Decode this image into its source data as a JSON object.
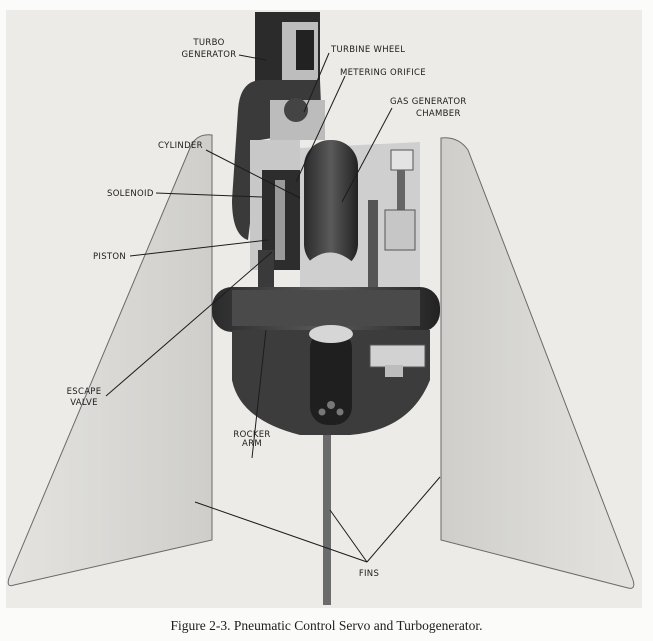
{
  "figure": {
    "caption": "Figure 2-3.  Pneumatic Control Servo and Turbogenerator.",
    "labels": {
      "turbo_generator": [
        "TURBO",
        "GENERATOR"
      ],
      "turbine_wheel": "TURBINE WHEEL",
      "metering_orifice": "METERING ORIFICE",
      "gas_generator_chamber": [
        "GAS GENERATOR",
        "CHAMBER"
      ],
      "cylinder": "CYLINDER",
      "solenoid": "SOLENOID",
      "piston": "PISTON",
      "escape_valve": [
        "ESCAPE",
        "VALVE"
      ],
      "rocker_arm": [
        "ROCKER",
        "ARM"
      ],
      "fins": "FINS"
    }
  }
}
